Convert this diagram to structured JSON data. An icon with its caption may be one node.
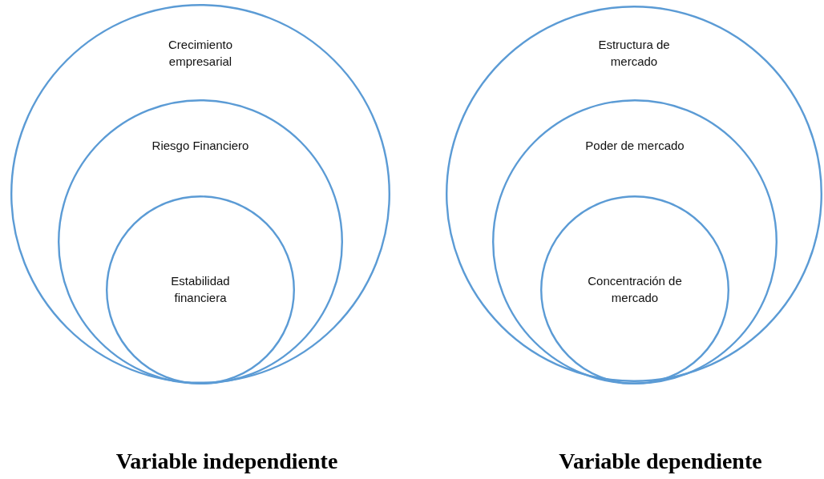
{
  "diagram": {
    "nodes": [
      {
        "text": [
          "Crecimiento empresarial"
        ],
        "beside": [
          "Variable independiente"
        ]
      },
      {
        "text": [
          "Riesgo Financiero"
        ],
        "in": 0
      },
      {
        "text": [
          "Estabilidad financiera"
        ],
        "in": 1
      },
      {
        "text": [
          "Estructura de mercado"
        ],
        "beside": [
          "Variable dependiente"
        ]
      },
      {
        "text": [
          "Poder de mercado"
        ],
        "in": 3
      },
      {
        "text": [
          "Concentración de mercado"
        ],
        "in": 4
      }
    ]
  }
}
